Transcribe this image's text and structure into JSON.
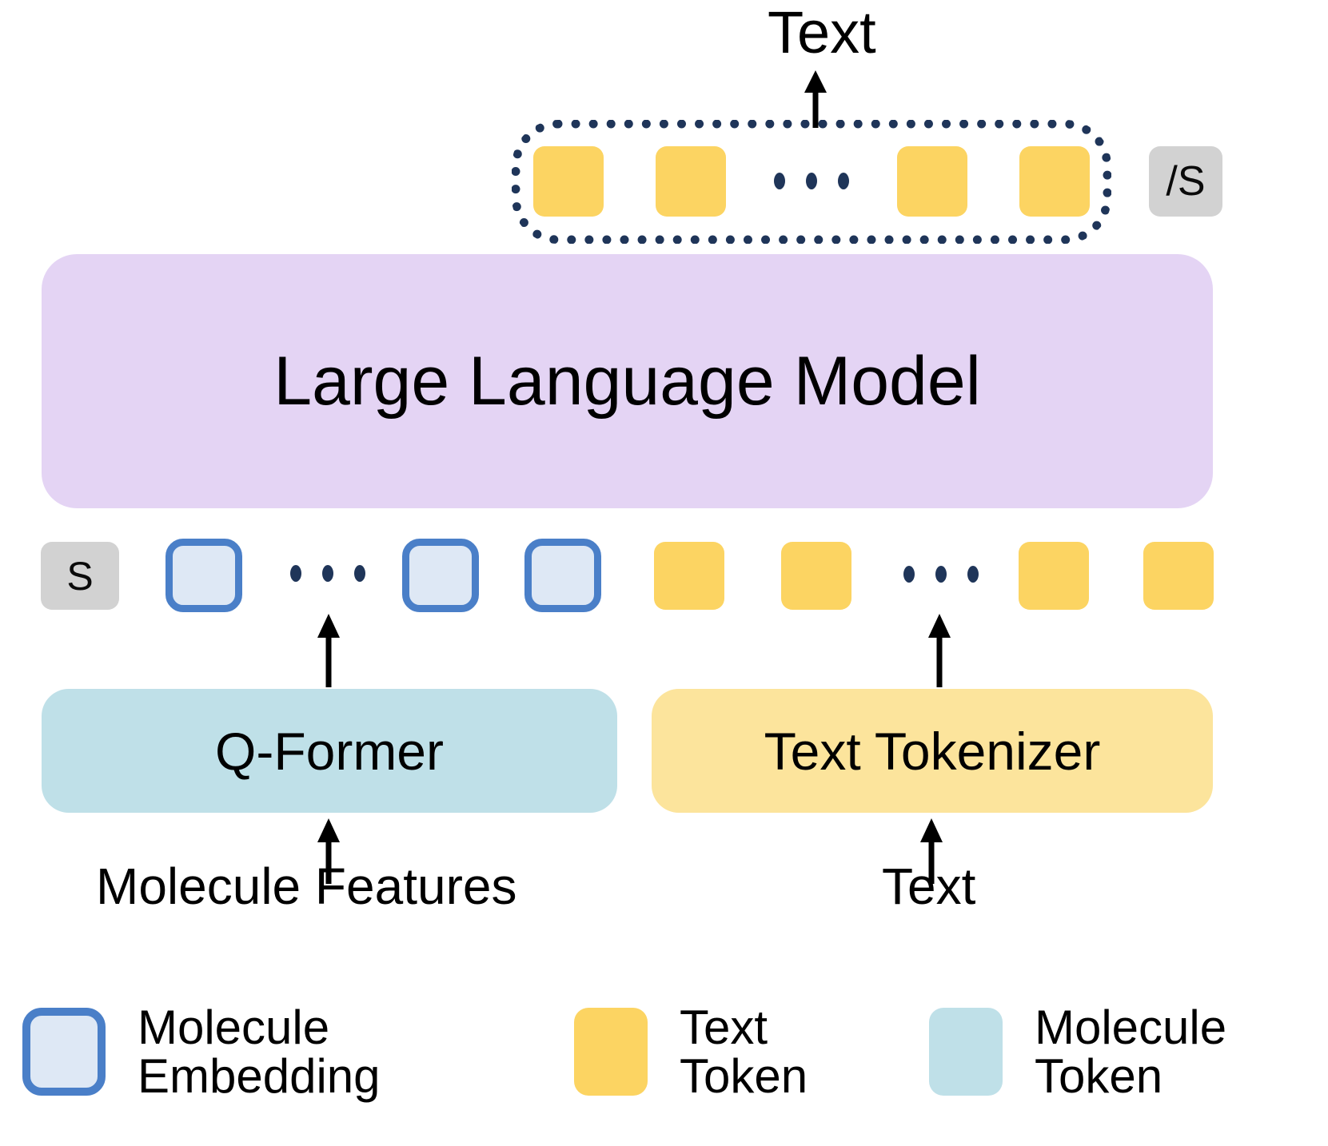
{
  "diagram": {
    "title": "Molecule-Text LLM architecture",
    "output": {
      "label": "Text"
    },
    "output_sequence": {
      "name": "generated-text-token-sequence",
      "tokens": [
        "text-token",
        "text-token",
        "text-token",
        "text-token"
      ],
      "ellipsis": "...",
      "end_token": "/S"
    },
    "llm": {
      "label": "Large Language Model"
    },
    "input_sequence": {
      "start_token": "S",
      "molecule_embeddings": [
        "molecule-embedding",
        "molecule-embedding",
        "molecule-embedding"
      ],
      "molecule_ellipsis": "...",
      "text_tokens": [
        "text-token",
        "text-token",
        "text-token",
        "text-token"
      ],
      "text_ellipsis": "..."
    },
    "encoders": [
      {
        "label": "Q-Former",
        "input_label": "Molecule Features"
      },
      {
        "label": "Text Tokenizer",
        "input_label": "Text"
      }
    ],
    "legend": [
      {
        "key": "molecule-embedding",
        "line1": "Molecule",
        "line2": "Embedding",
        "color": "#DEE8F5",
        "border": "#4A7FC8"
      },
      {
        "key": "text-token",
        "line1": "Text",
        "line2": "Token",
        "color": "#FCD462",
        "border": ""
      },
      {
        "key": "molecule-token",
        "line1": "Molecule",
        "line2": "Token",
        "color": "#BFE0E8",
        "border": ""
      }
    ],
    "colors": {
      "text_token": "#FCD462",
      "molecule_token": "#BFE0E8",
      "molecule_embedding_fill": "#DEE8F5",
      "molecule_embedding_border": "#4A7FC8",
      "llm_block": "#E4D4F4",
      "qformer_block": "#BFE0E8",
      "tokenizer_block": "#FCE49C",
      "special_token": "#D2D2D2",
      "dashed_border": "#1F3559",
      "arrow": "#000000"
    }
  }
}
